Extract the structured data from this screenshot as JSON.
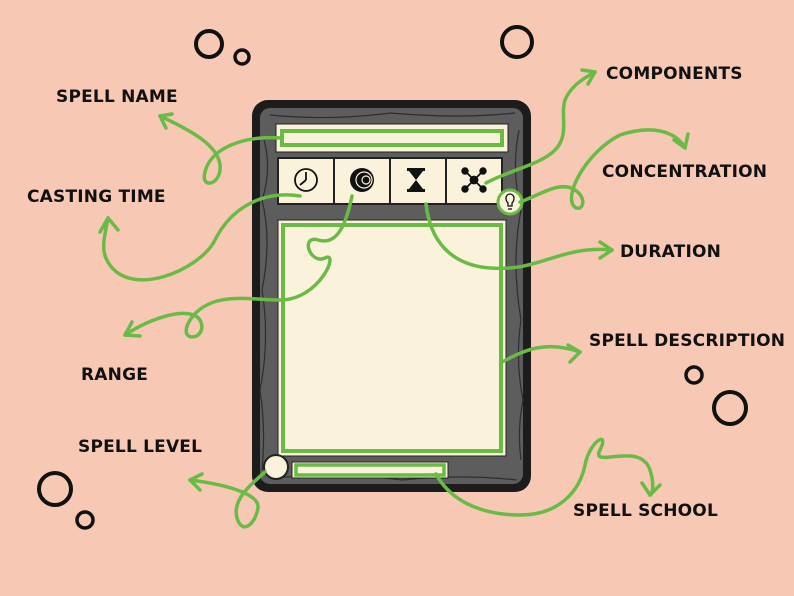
{
  "colors": {
    "background": "#f7c9b5",
    "card_border": "#1c1c1c",
    "card_stone": "#5d5d5d",
    "parchment": "#fbf2dc",
    "accent_green": "#6abb46",
    "ink": "#111111"
  },
  "labels": {
    "spell_name": "SPELL NAME",
    "casting_time": "CASTING TIME",
    "range": "RANGE",
    "spell_level": "SPELL LEVEL",
    "components": "COMPONENTS",
    "concentration": "CONCENTRATION",
    "duration": "DURATION",
    "spell_description": "SPELL DESCRIPTION",
    "spell_school": "SPELL SCHOOL"
  },
  "icons": {
    "casting_time": "clock-icon",
    "range": "target-icon",
    "duration": "hourglass-icon",
    "components": "molecule-icon",
    "concentration": "lightbulb-icon"
  }
}
